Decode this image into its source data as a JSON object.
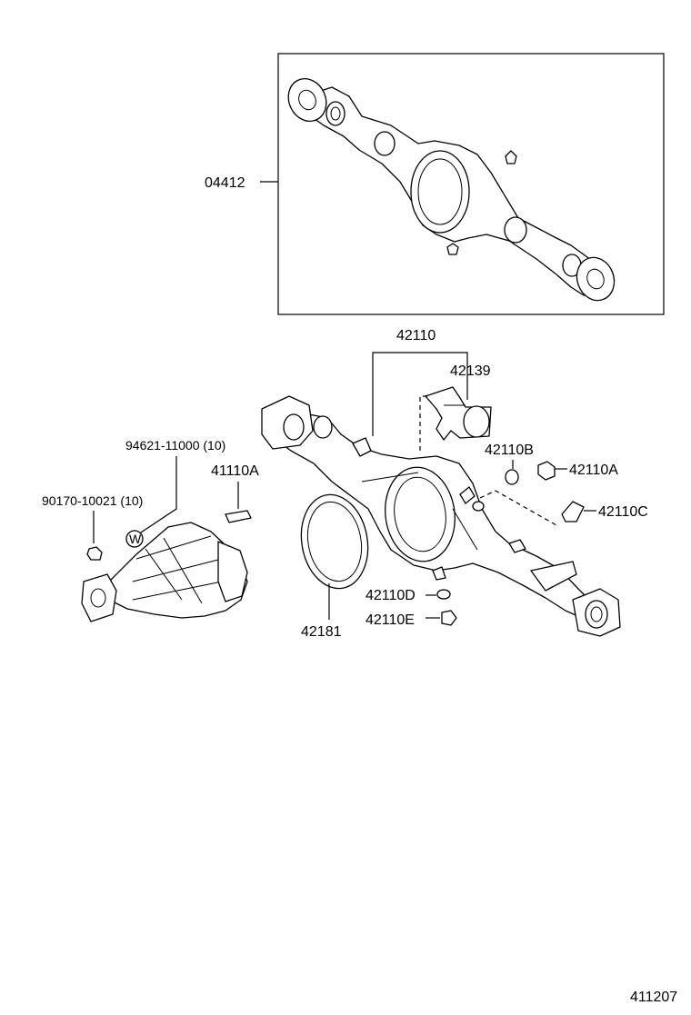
{
  "labels": {
    "axle_housing_assy": "04412",
    "housing_assy": "42110",
    "bracket": "42139",
    "plug_b": "42110B",
    "plug_a_right": "42110A",
    "breather": "42110C",
    "plug_d": "42110D",
    "nut_e": "42110E",
    "gasket": "42181",
    "stud": "41110A",
    "washer": "94621-11000 (10)",
    "nut": "90170-10021 (10)",
    "diagram_code": "411207"
  },
  "symbols": {
    "w_mark": "W"
  }
}
